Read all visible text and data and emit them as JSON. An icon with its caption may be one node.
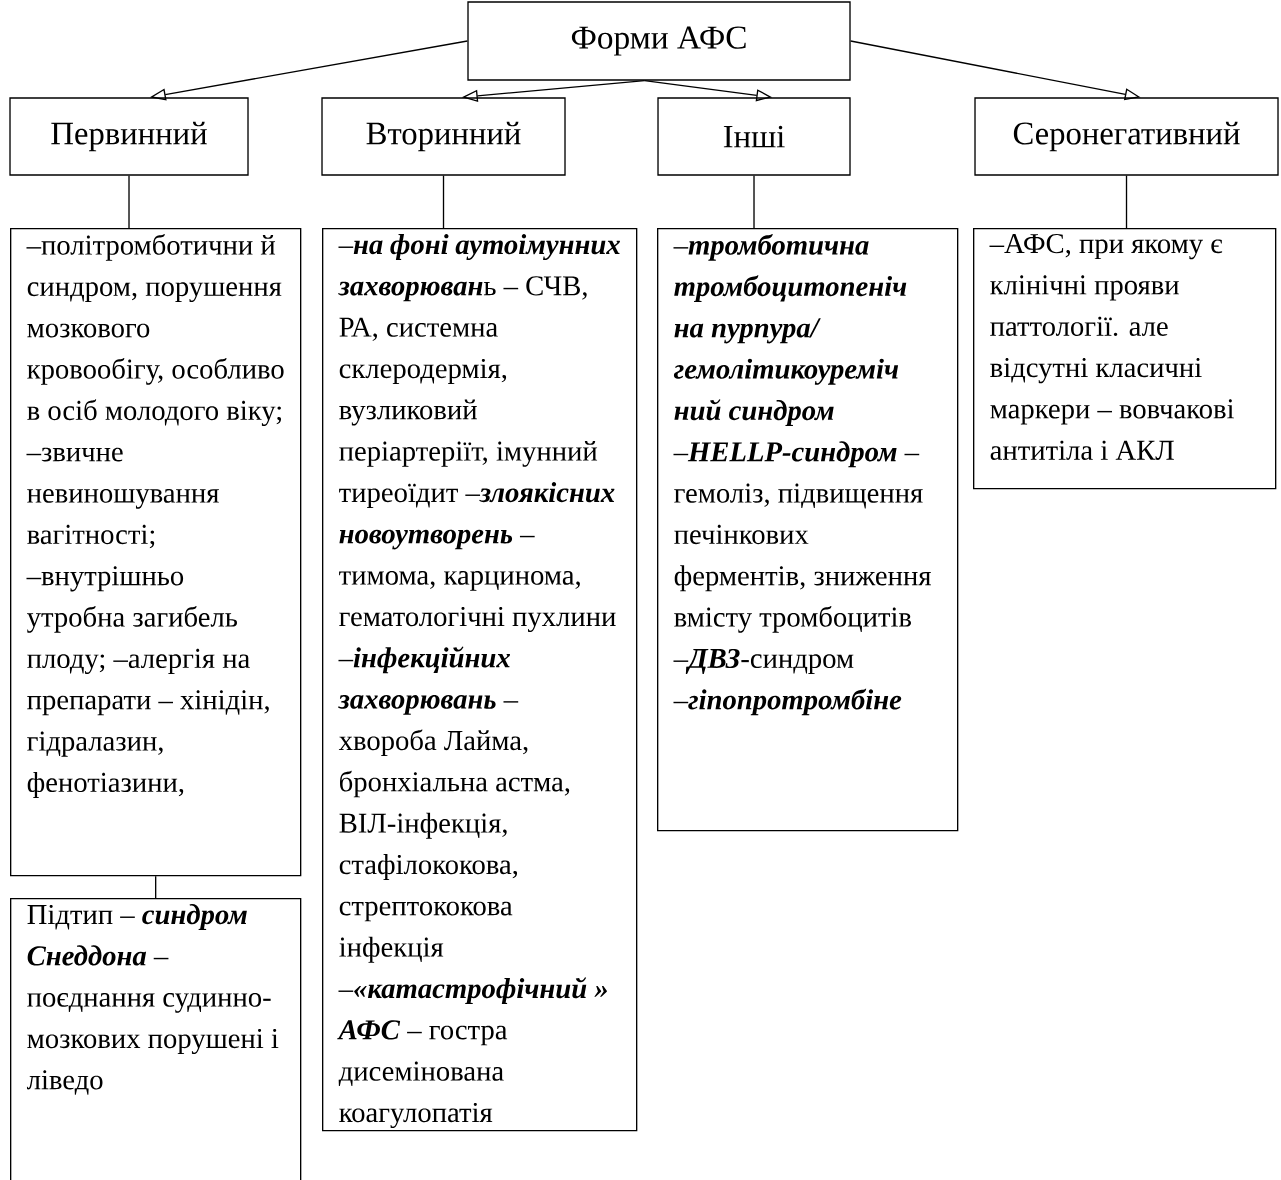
{
  "diagram": {
    "nodes": [
      {
        "text": [
          "Форми АФС"
        ]
      },
      {
        "text": [
          "Первинний"
        ]
      },
      {
        "text": [
          "Вторинний"
        ]
      },
      {
        "text": [
          "Інші"
        ]
      },
      {
        "text": [
          "Серонегативний"
        ]
      },
      {
        "text": [
          "–політромботични й синдром, порушення мозкового кровообігу, особливо в осіб молодого віку; –звичне невиношування вагітності; –внутрішньо утробна загибель плоду; –алергія на препарати – хінідін, гідралазин, фенотіазини,"
        ]
      },
      {
        "text": [
          "–**на фоні аутоімунних захворюван**ь – СЧВ, РА, системна склеродермія, вузликовий періартеріїт, імунний тиреоїдит –**злоякісних новоутворень** – тимома, карцинома, гематологічні пухлини –**інфекційних захворювань** – хвороба Лайма, бронхіальна астма, ВІЛ-інфекція, стафілококова, стрептококова інфекція –**«катастрофічний » АФС** – гостра дисемінована коагулопатія"
        ]
      },
      {
        "text": [
          "–**тромботична тромбоцитопеніч на пурпура/ гемолітикоуреміч ний синдром** –**HELLP-синдром** – гемоліз, підвищення печінкових ферментів, зниження вмісту тромбоцитів –**ДВЗ**-синдром –**гіпопротромбіне**"
        ]
      },
      {
        "text": [
          "–АФС, при якому є клінічні прояви паттології. але відсутні класичні маркери – вовчакові антитіла і АКЛ"
        ]
      },
      {
        "text": [
          "Підтип – **синдром Снеддона** – поєднання судинно- мозкових порушені і ліведо"
        ]
      }
    ],
    "edges": [
      {
        "from": 0,
        "to": 1,
        "arrow": "to"
      },
      {
        "from": 0,
        "to": 2,
        "arrow": "to"
      },
      {
        "from": 0,
        "to": 3,
        "arrow": "to"
      },
      {
        "from": 0,
        "to": 4,
        "arrow": "to"
      },
      {
        "from": 1,
        "to": 5,
        "arrow": "none"
      },
      {
        "from": 2,
        "to": 6,
        "arrow": "none"
      },
      {
        "from": 3,
        "to": 7,
        "arrow": "none"
      },
      {
        "from": 4,
        "to": 8,
        "arrow": "none"
      },
      {
        "from": 5,
        "to": 9,
        "arrow": "none"
      }
    ]
  }
}
